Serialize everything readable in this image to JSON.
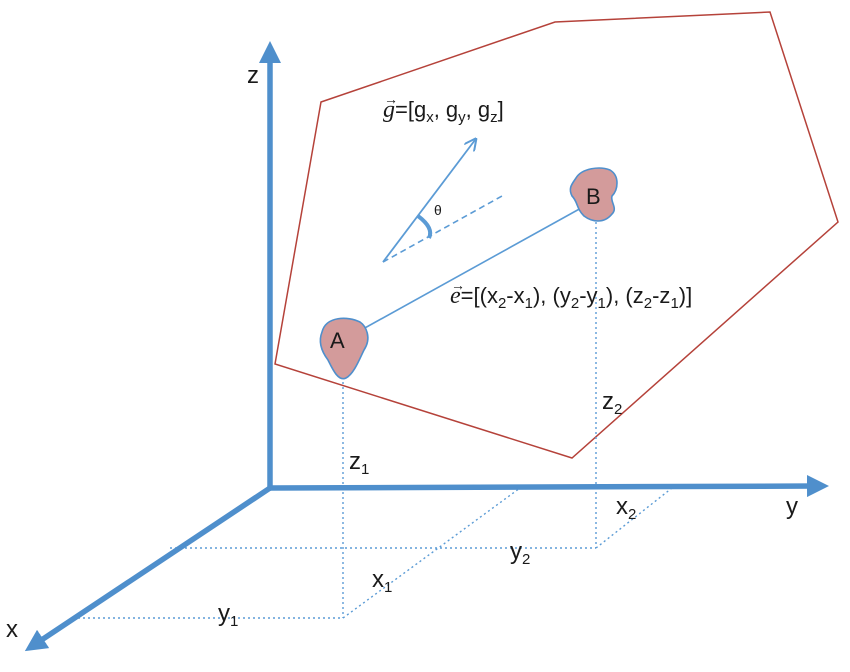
{
  "axes": {
    "x": "x",
    "y": "y",
    "z": "z"
  },
  "points": {
    "a": "A",
    "b": "B"
  },
  "angle": "θ",
  "coords": {
    "x1": {
      "base": "x",
      "sub": "1"
    },
    "x2": {
      "base": "x",
      "sub": "2"
    },
    "y1": {
      "base": "y",
      "sub": "1"
    },
    "y2": {
      "base": "y",
      "sub": "2"
    },
    "z1": {
      "base": "z",
      "sub": "1"
    },
    "z2": {
      "base": "z",
      "sub": "2"
    }
  },
  "gravity": {
    "symbol": "g",
    "eq": "=[g",
    "s1": "x",
    "sep1": ", g",
    "s2": "y",
    "sep2": ", g",
    "s3": "z",
    "end": "]"
  },
  "edge": {
    "symbol": "e",
    "t1": "=[(x",
    "s1": "2",
    "t2": "-x",
    "s2": "1",
    "t3": "), (y",
    "s3": "2",
    "t4": "-y",
    "s4": "1",
    "t5": "), (z",
    "s5": "2",
    "t6": "-z",
    "s6": "1",
    "t7": ")]"
  },
  "colors": {
    "axis": "#4f8fcc",
    "plane": "#b5423a",
    "blob_fill": "#d39b9b",
    "blob_stroke": "#4f8fcc",
    "line": "#5b9bd5"
  }
}
